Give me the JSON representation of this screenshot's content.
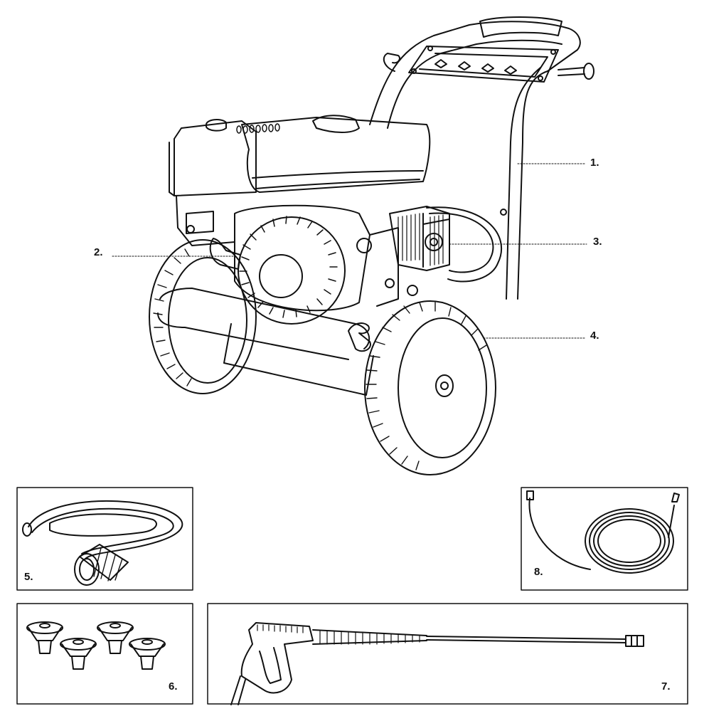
{
  "callouts": {
    "c1": "1.",
    "c2": "2.",
    "c3": "3.",
    "c4": "4.",
    "c5": "5.",
    "c6": "6.",
    "c7": "7.",
    "c8": "8."
  }
}
